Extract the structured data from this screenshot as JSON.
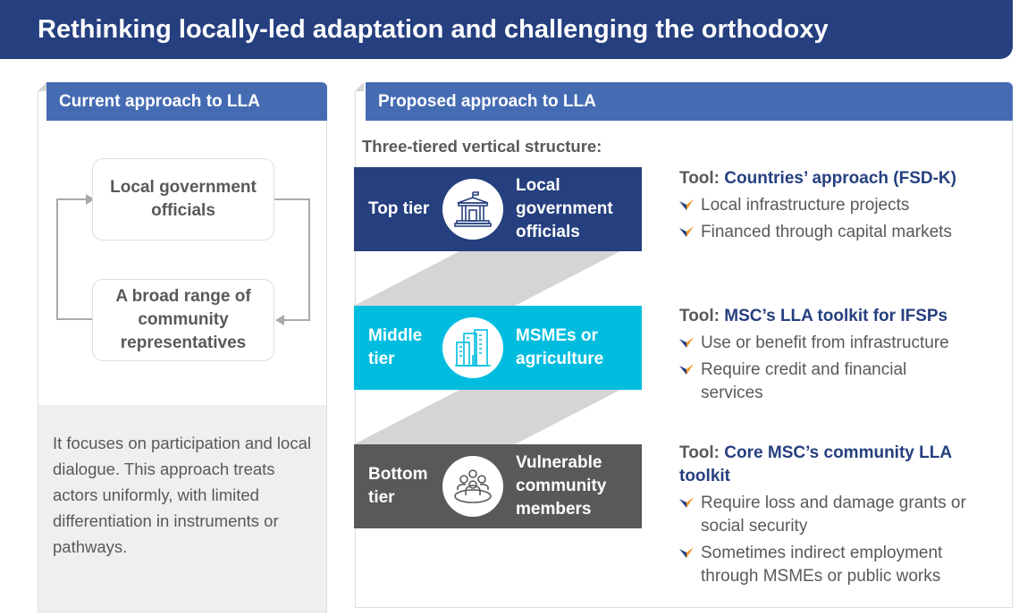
{
  "title": "Rethinking locally-led adaptation and challenging the orthodoxy",
  "current": {
    "header": "Current approach to LLA",
    "box1": "Local government officials",
    "box2": "A broad range of community representatives",
    "description": "It focuses on participation and local dialogue. This approach treats actors uniformly, with limited differentiation in instruments or pathways."
  },
  "proposed": {
    "header": "Proposed approach to LLA",
    "subtitle": "Three-tiered vertical structure:",
    "tiers": [
      {
        "label": "Top tier",
        "text": "Local government officials",
        "icon": "government-building-icon",
        "color": "#253f7f"
      },
      {
        "label": "Middle tier",
        "text": "MSMEs or agriculture",
        "icon": "city-buildings-icon",
        "color": "#00bde0"
      },
      {
        "label": "Bottom tier",
        "text": "Vulnerable community members",
        "icon": "community-group-icon",
        "color": "#595959"
      }
    ],
    "tools": [
      {
        "prefix": "Tool:",
        "name": "Countries’ approach (FSD-K)",
        "bullets": [
          "Local infrastructure projects",
          "Financed through capital markets"
        ]
      },
      {
        "prefix": "Tool:",
        "name": "MSC’s LLA toolkit for IFSPs",
        "bullets": [
          "Use or benefit from infrastructure",
          "Require credit and financial services"
        ]
      },
      {
        "prefix": "Tool:",
        "name": "Core MSC’s community LLA toolkit",
        "bullets": [
          "Require loss and damage grants or social security",
          "Sometimes indirect employment through MSMEs or public works"
        ]
      }
    ]
  }
}
